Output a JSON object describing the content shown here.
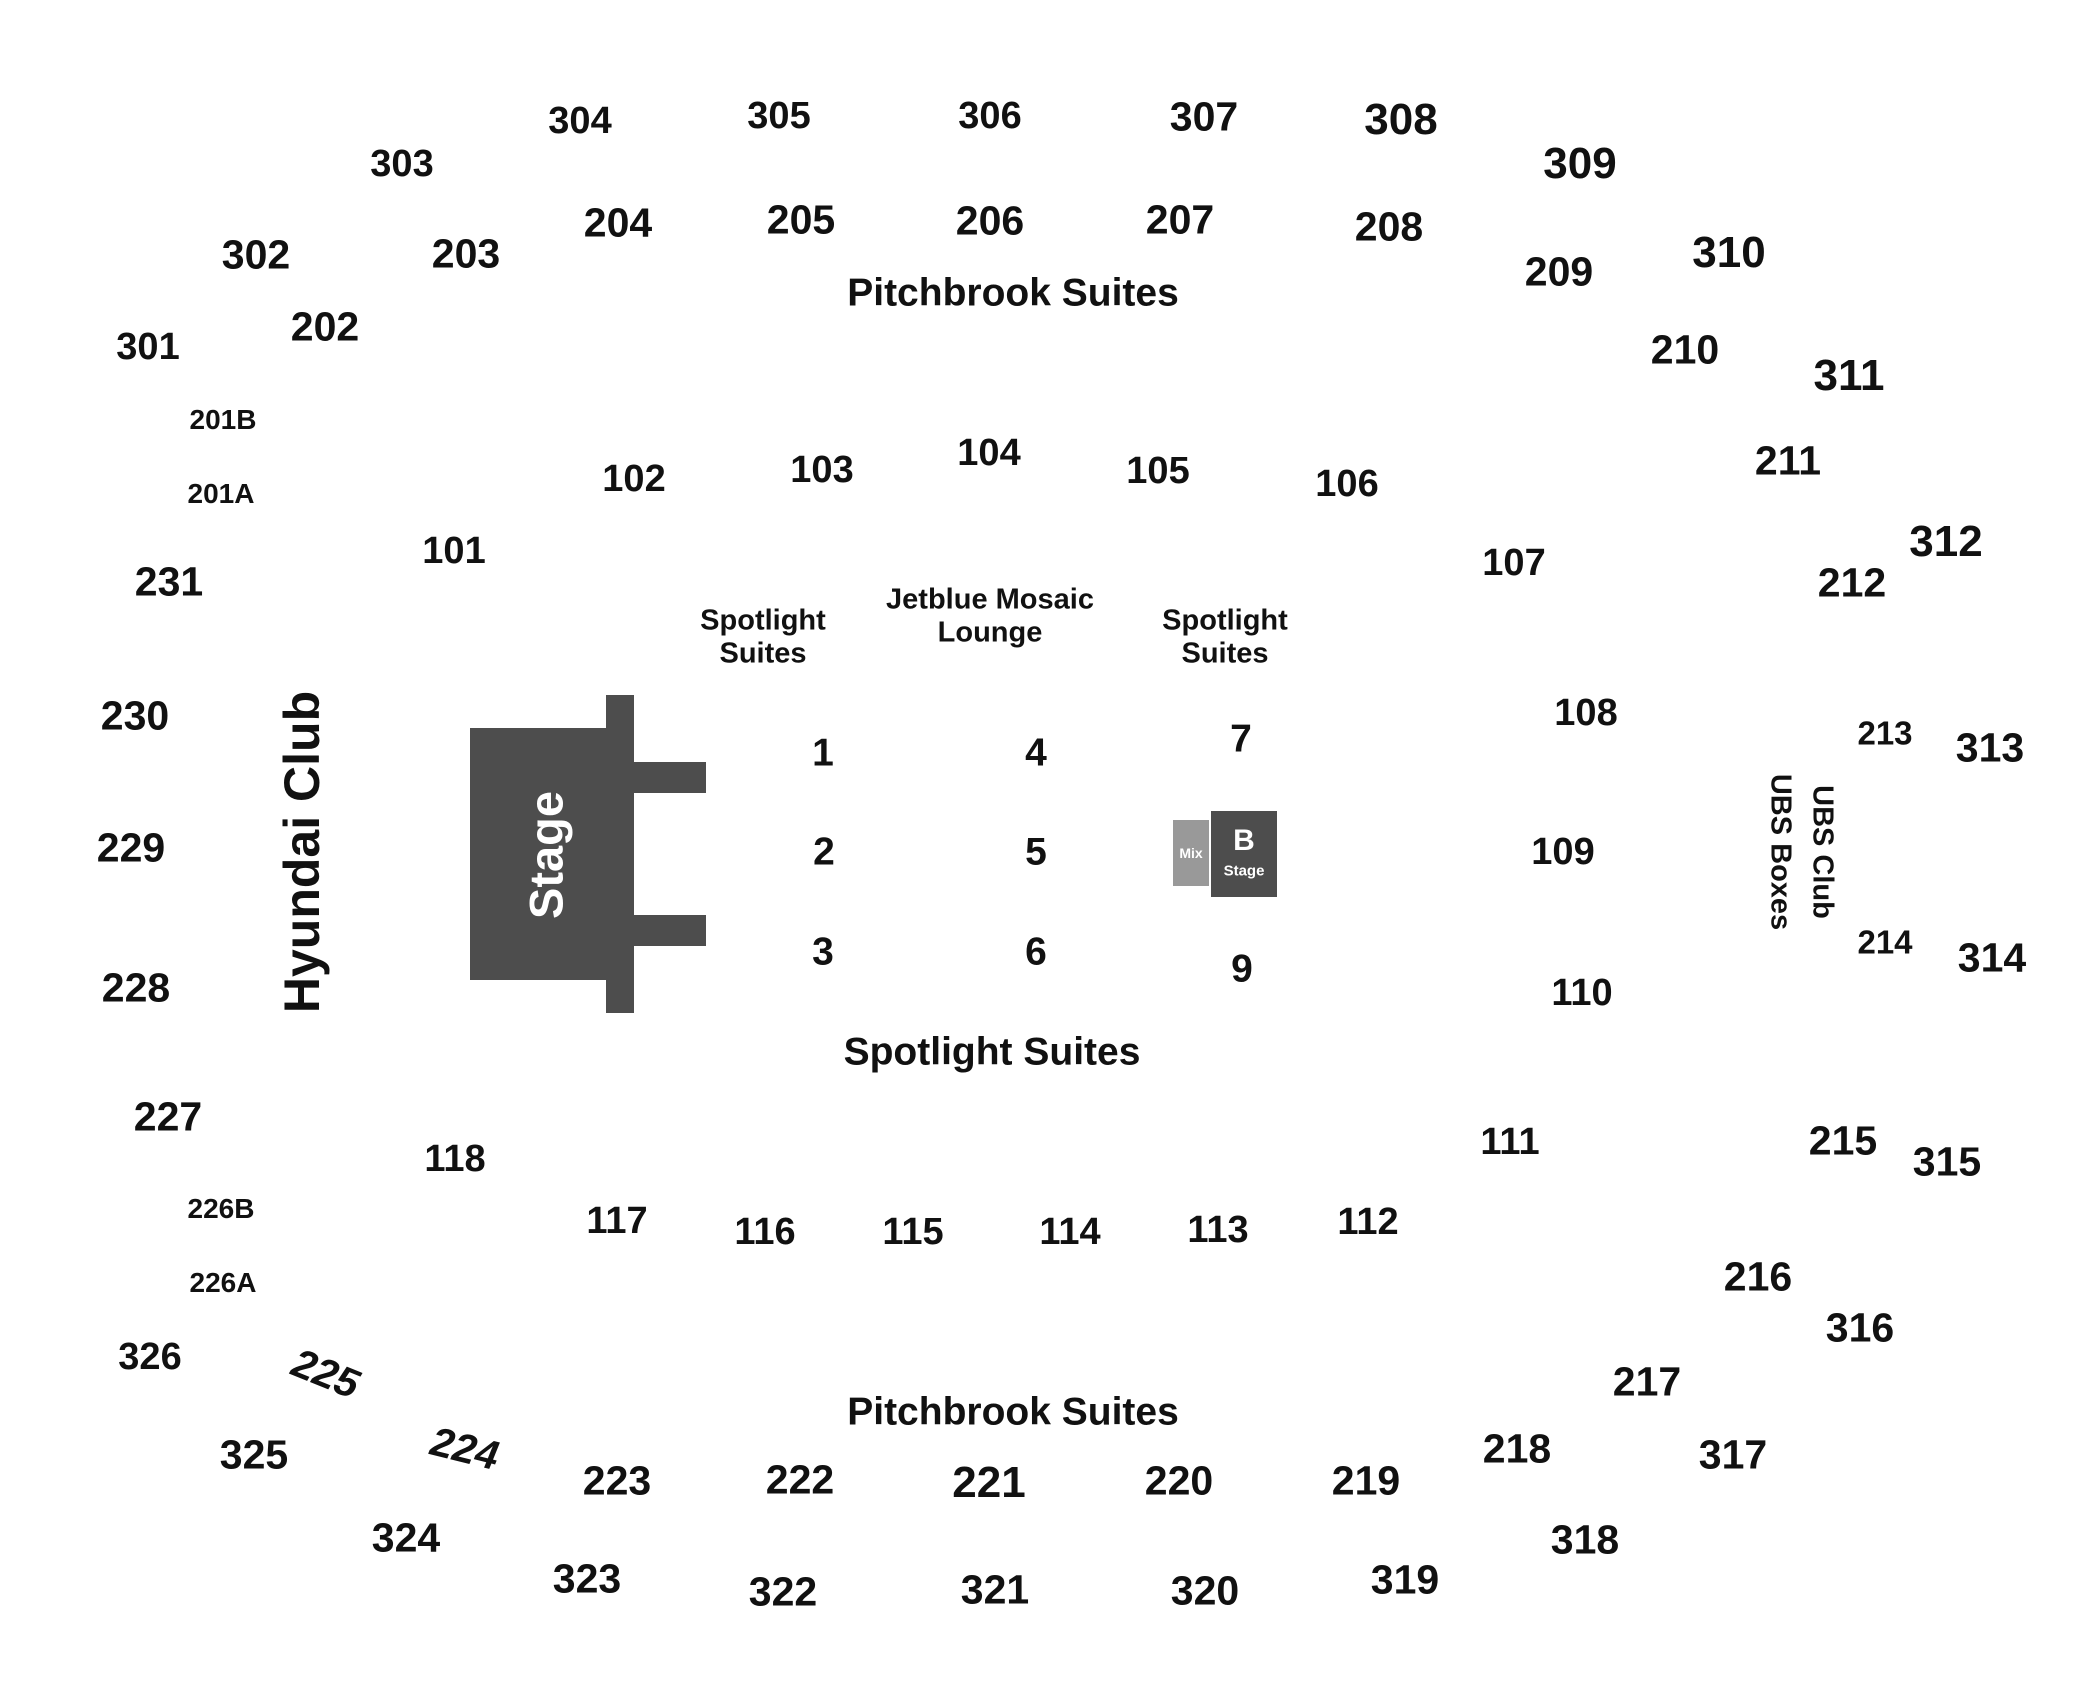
{
  "colors": {
    "stage_fill": "#4d4d4d",
    "mix_fill": "#999999",
    "text": "#111111",
    "background": "#ffffff"
  },
  "labels": {
    "pitchbrook_top": "Pitchbrook Suites",
    "pitchbrook_bottom": "Pitchbrook Suites",
    "spotlight_bottom": "Spotlight Suites",
    "spotlight_left_line1": "Spotlight",
    "spotlight_left_line2": "Suites",
    "spotlight_right_line1": "Spotlight",
    "spotlight_right_line2": "Suites",
    "jetblue_line1": "Jetblue Mosaic",
    "jetblue_line2": "Lounge",
    "hyundai": "Hyundai Club",
    "ubs_club": "UBS Club",
    "ubs_boxes": "UBS Boxes",
    "stage": "Stage",
    "mix": "Mix",
    "b_stage_letter": "B",
    "b_stage_word": "Stage"
  },
  "sections_300": {
    "s301": "301",
    "s302": "302",
    "s303": "303",
    "s304": "304",
    "s305": "305",
    "s306": "306",
    "s307": "307",
    "s308": "308",
    "s309": "309",
    "s310": "310",
    "s311": "311",
    "s312": "312",
    "s313": "313",
    "s314": "314",
    "s315": "315",
    "s316": "316",
    "s317": "317",
    "s318": "318",
    "s319": "319",
    "s320": "320",
    "s321": "321",
    "s322": "322",
    "s323": "323",
    "s324": "324",
    "s325": "325",
    "s326": "326"
  },
  "sections_200": {
    "s201a": "201A",
    "s201b": "201B",
    "s202": "202",
    "s203": "203",
    "s204": "204",
    "s205": "205",
    "s206": "206",
    "s207": "207",
    "s208": "208",
    "s209": "209",
    "s210": "210",
    "s211": "211",
    "s212": "212",
    "s213": "213",
    "s214": "214",
    "s215": "215",
    "s216": "216",
    "s217": "217",
    "s218": "218",
    "s219": "219",
    "s220": "220",
    "s221": "221",
    "s222": "222",
    "s223": "223",
    "s224": "224",
    "s225": "225",
    "s226a": "226A",
    "s226b": "226B",
    "s227": "227",
    "s228": "228",
    "s229": "229",
    "s230": "230",
    "s231": "231"
  },
  "sections_100": {
    "s101": "101",
    "s102": "102",
    "s103": "103",
    "s104": "104",
    "s105": "105",
    "s106": "106",
    "s107": "107",
    "s108": "108",
    "s109": "109",
    "s110": "110",
    "s111": "111",
    "s112": "112",
    "s113": "113",
    "s114": "114",
    "s115": "115",
    "s116": "116",
    "s117": "117",
    "s118": "118"
  },
  "floor_sections": {
    "f1": "1",
    "f2": "2",
    "f3": "3",
    "f4": "4",
    "f5": "5",
    "f6": "6",
    "f7": "7",
    "f9": "9"
  }
}
